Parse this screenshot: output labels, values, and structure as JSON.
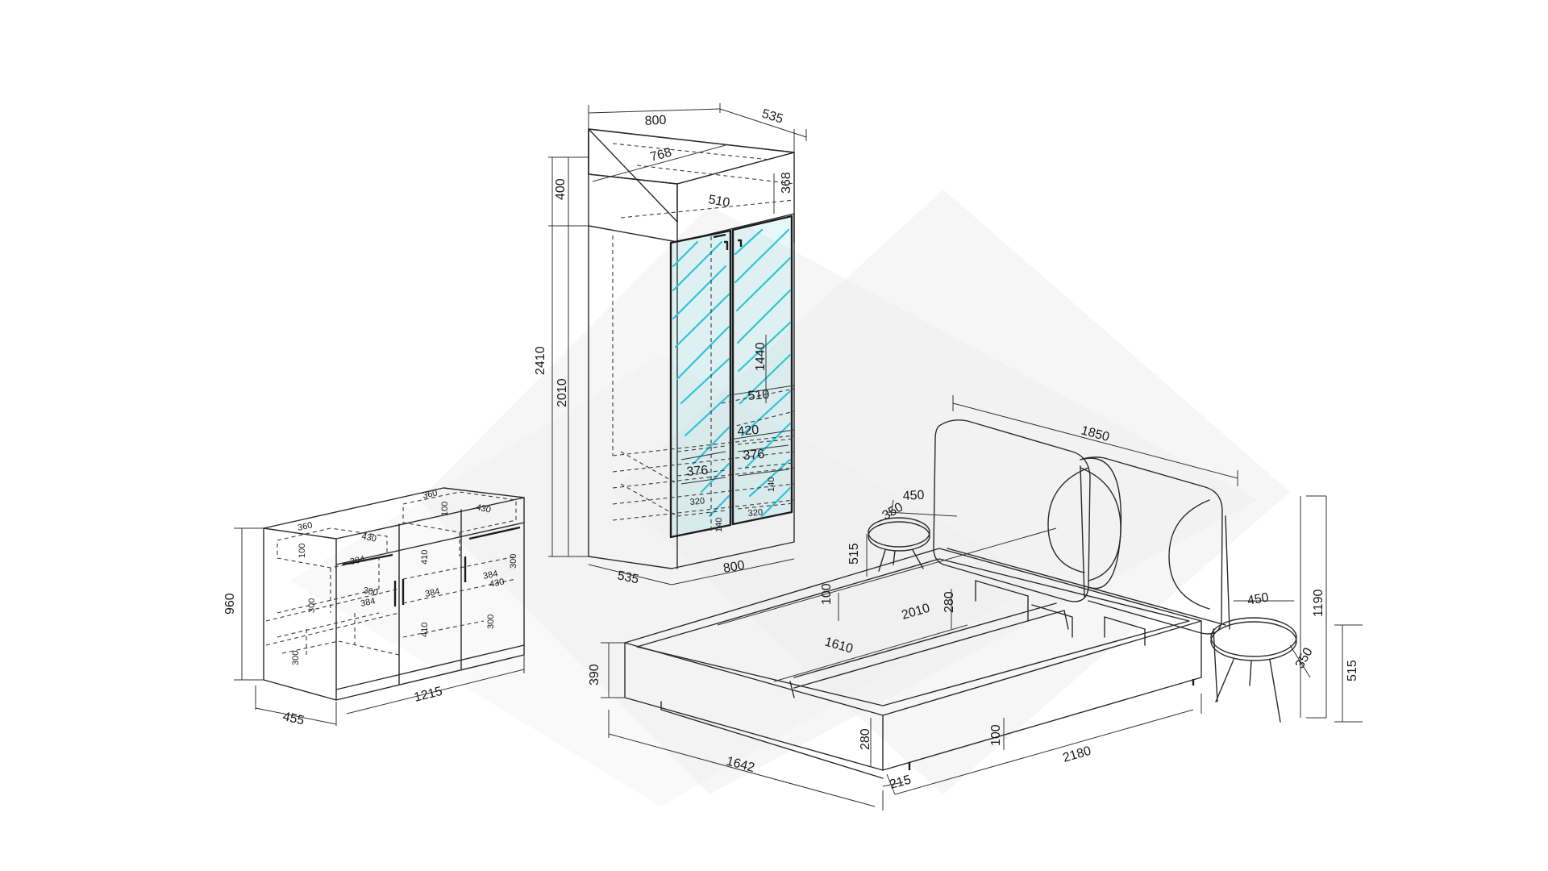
{
  "colors": {
    "background": "#ffffff",
    "line": "#2a2a2a",
    "mirror": "#2fc4d8",
    "watermark": "#eeeeee"
  },
  "wardrobe": {
    "width": "800",
    "depth": "535",
    "inner_width": "768",
    "top_height": "400",
    "top_inner": "368",
    "top_shelf": "510",
    "total_height": "2410",
    "body_height": "2010",
    "mirror_height": "1440",
    "rail": "510",
    "shelf": "420",
    "drawer_w": "376",
    "drawer_w2": "376",
    "drawer_d": "320",
    "drawer_h": "140",
    "drawer_h2": "140",
    "drawer_d2": "320",
    "bottom_width": "800",
    "bottom_depth": "535"
  },
  "dresser": {
    "height": "960",
    "width": "1215",
    "depth": "455",
    "drawer_w": "360",
    "drawer_d": "430",
    "drawer_h": "100",
    "drawer_w2": "360",
    "drawer_h2": "100",
    "drawer_d2": "430",
    "shelf_d": "384",
    "shelf_d2": "384",
    "shelf_h": "410",
    "shelf_h2": "410",
    "side_h": "300",
    "side_h2": "300",
    "side_h3": "300",
    "side_h4": "300",
    "inner_d": "430",
    "inner_d2": "384",
    "inner_d3": "384",
    "inner_h": "300"
  },
  "bed": {
    "headboard_width": "1850",
    "frame_length": "2180",
    "frame_width": "1642",
    "inner_length": "2010",
    "inner_width": "1610",
    "frame_height": "390",
    "side_h": "280",
    "inner_h": "280",
    "leg_gap": "100",
    "leg_gap2": "100",
    "foot_offset": "215"
  },
  "nightstand_left": {
    "diameter": "450",
    "seat": "350",
    "height": "515"
  },
  "nightstand_right": {
    "diameter": "450",
    "seat": "350",
    "height": "515",
    "total_height": "1190"
  }
}
